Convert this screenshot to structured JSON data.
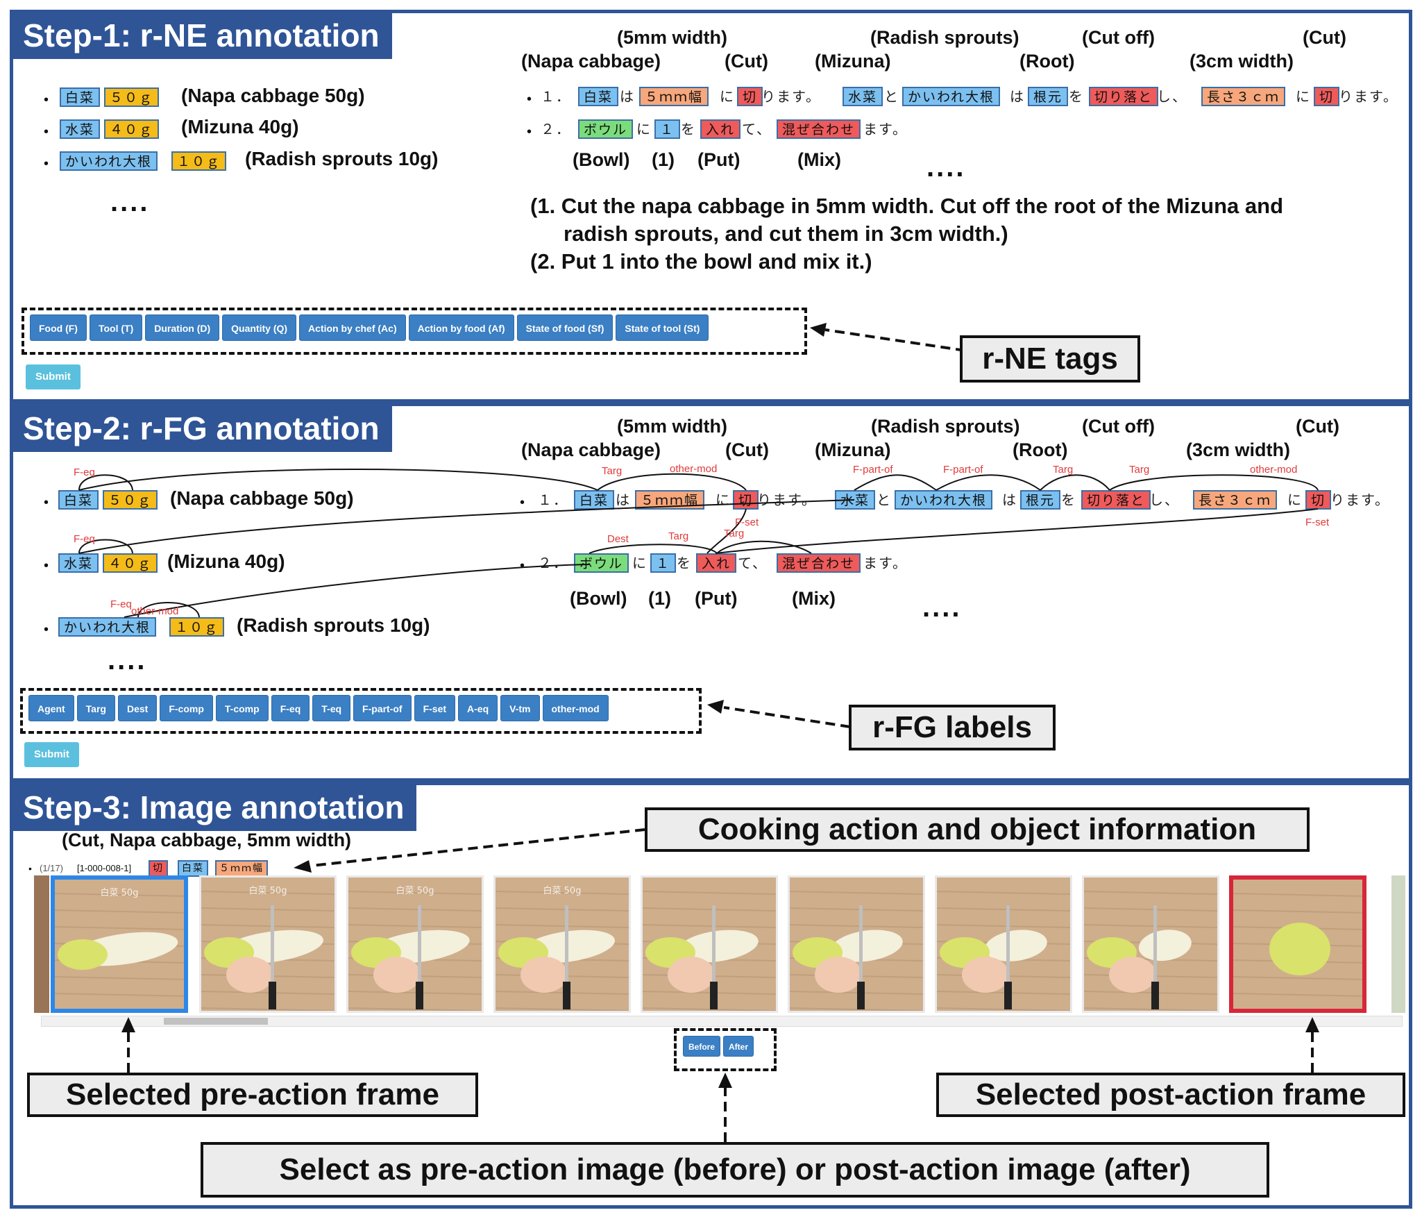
{
  "step1": {
    "title": "Step-1: r-NE annotation",
    "ingredients": [
      {
        "food": "白菜",
        "qty": "５０ｇ",
        "gloss": "(Napa cabbage 50g)"
      },
      {
        "food": "水菜",
        "qty": "４０ｇ",
        "gloss": "(Mizuna 40g)"
      },
      {
        "food": "かいわれ大根",
        "qty": "１０ｇ",
        "gloss": "(Radish sprouts 10g)"
      }
    ],
    "more": "....",
    "line1": {
      "num": "１．",
      "t1": "白菜",
      "p1": "は",
      "t2": "５ｍｍ幅",
      "p2": "に",
      "t3": "切",
      "p3": "ります。",
      "t4": "水菜",
      "p4": "と",
      "t5": "かいわれ大根",
      "p5": "は",
      "t6": "根元",
      "p6": "を",
      "t7": "切り落と",
      "p7": "し、",
      "t8": "長さ３ｃｍ",
      "p8": "に",
      "t9": "切",
      "p9": "ります。"
    },
    "line2": {
      "num": "２．",
      "t1": "ボウル",
      "p1": "に",
      "t2": "１",
      "p2": "を",
      "t3": "入れ",
      "p3": "て、",
      "t4": "混ぜ合わせ",
      "p4": "ます。"
    },
    "gloss_top": {
      "width5mm": "(5mm width)",
      "radish": "(Radish sprouts)",
      "cutoff": "(Cut off)",
      "cut2": "(Cut)",
      "napa": "(Napa cabbage)",
      "cut": "(Cut)",
      "mizuna": "(Mizuna)",
      "root": "(Root)",
      "width3cm": "(3cm width)"
    },
    "gloss_bottom": {
      "bowl": "(Bowl)",
      "one": "(1)",
      "put": "(Put)",
      "mix": "(Mix)"
    },
    "more2": "....",
    "translation1a": "(1. Cut the napa cabbage in 5mm width. Cut off the root of the Mizuna and",
    "translation1b": "radish sprouts, and cut them in 3cm width.)",
    "translation2": "(2. Put 1 into the bowl and mix it.)",
    "tag_buttons": [
      "Food (F)",
      "Tool (T)",
      "Duration (D)",
      "Quantity (Q)",
      "Action by chef (Ac)",
      "Action by food (Af)",
      "State of food (Sf)",
      "State of tool (St)"
    ],
    "submit": "Submit",
    "callout": "r-NE tags"
  },
  "step2": {
    "title": "Step-2: r-FG annotation",
    "ingredients": [
      {
        "food": "白菜",
        "qty": "５０ｇ",
        "gloss": "(Napa cabbage 50g)"
      },
      {
        "food": "水菜",
        "qty": "４０ｇ",
        "gloss": "(Mizuna 40g)"
      },
      {
        "food": "かいわれ大根",
        "qty": "１０ｇ",
        "gloss": "(Radish sprouts 10g)"
      }
    ],
    "more": "....",
    "more2": "....",
    "relations": {
      "feq": "F-eq",
      "othermod": "other-mod",
      "targ": "Targ",
      "partof": "F-part-of",
      "dest": "Dest",
      "fset": "F-set"
    },
    "label_buttons": [
      "Agent",
      "Targ",
      "Dest",
      "F-comp",
      "T-comp",
      "F-eq",
      "T-eq",
      "F-part-of",
      "F-set",
      "A-eq",
      "V-tm",
      "other-mod"
    ],
    "submit": "Submit",
    "callout": "r-FG labels"
  },
  "step3": {
    "title": "Step-3: Image annotation",
    "gloss": "(Cut, Napa cabbage, 5mm width)",
    "counter": "(1/17)",
    "item_id": "[1-000-008-1]",
    "tag_action": "切",
    "tag_food": "白菜",
    "tag_state": "５ｍｍ幅",
    "frame_caption": "白菜 50g",
    "before": "Before",
    "after": "After",
    "callout_info": "Cooking action and object information",
    "callout_pre": "Selected pre-action frame",
    "callout_post": "Selected post-action frame",
    "callout_select": "Select as pre-action image (before) or post-action image (after)"
  },
  "colors": {
    "panel_border": "#2f5597",
    "food": "#7cc0f0",
    "quantity": "#f5bb18",
    "action": "#ef5a5a",
    "state": "#f7a77b",
    "tool": "#7bdc7b",
    "button": "#3b7fc4",
    "submit": "#5bc0de"
  }
}
